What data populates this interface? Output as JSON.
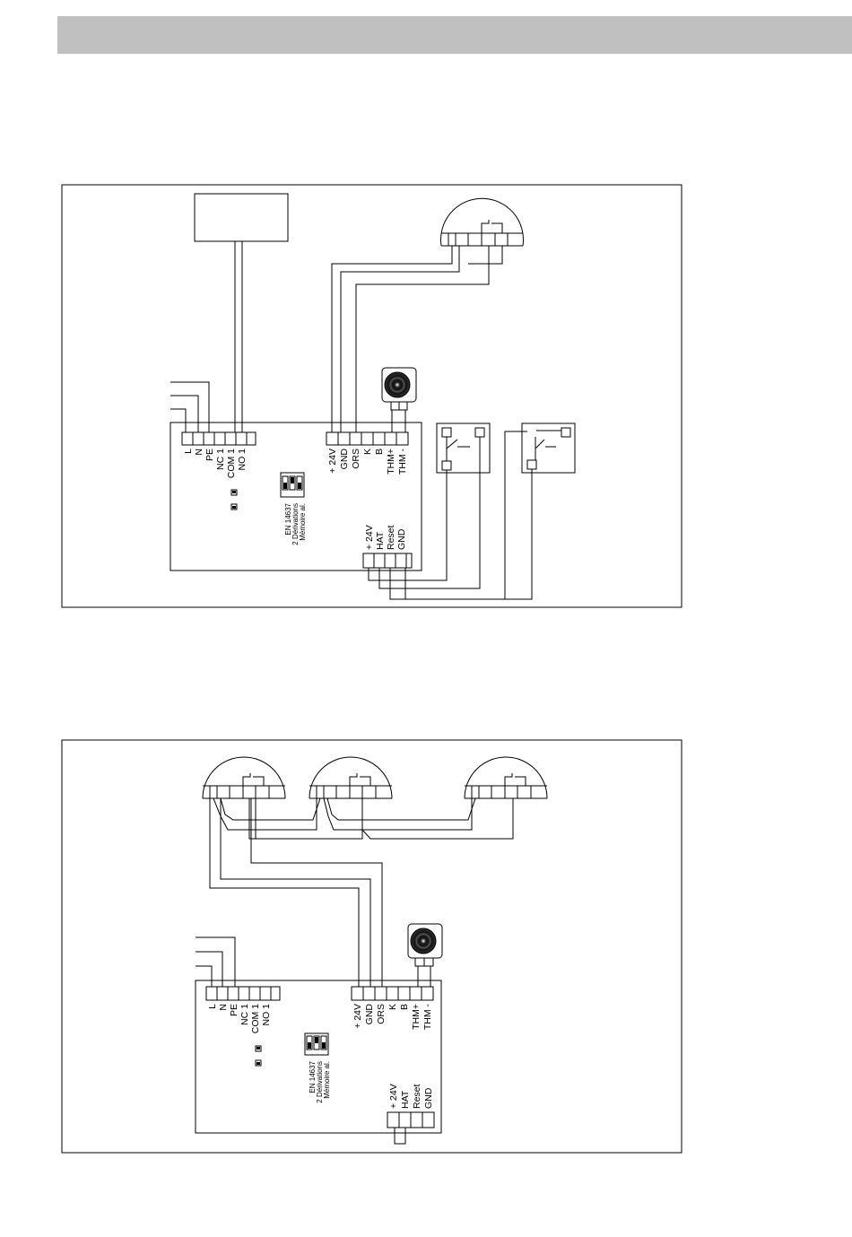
{
  "terminals": {
    "power": [
      "L",
      "N",
      "PE",
      "NC 1",
      "COM 1",
      "NO 1"
    ],
    "bus": [
      "+ 24V",
      "GND",
      "ORS",
      "K",
      "B",
      "THM+",
      "THM -"
    ],
    "remote": [
      "+ 24V",
      "HAT",
      "Reset",
      "GND"
    ]
  },
  "module_text_1": {
    "line1": "EN 14637",
    "line2": "2 Dérivations",
    "line3": "Mémoire al."
  },
  "module_text_2": {
    "line1": "EN 14637",
    "line2": "2 Dérivations",
    "line3": "Mémoire al."
  }
}
